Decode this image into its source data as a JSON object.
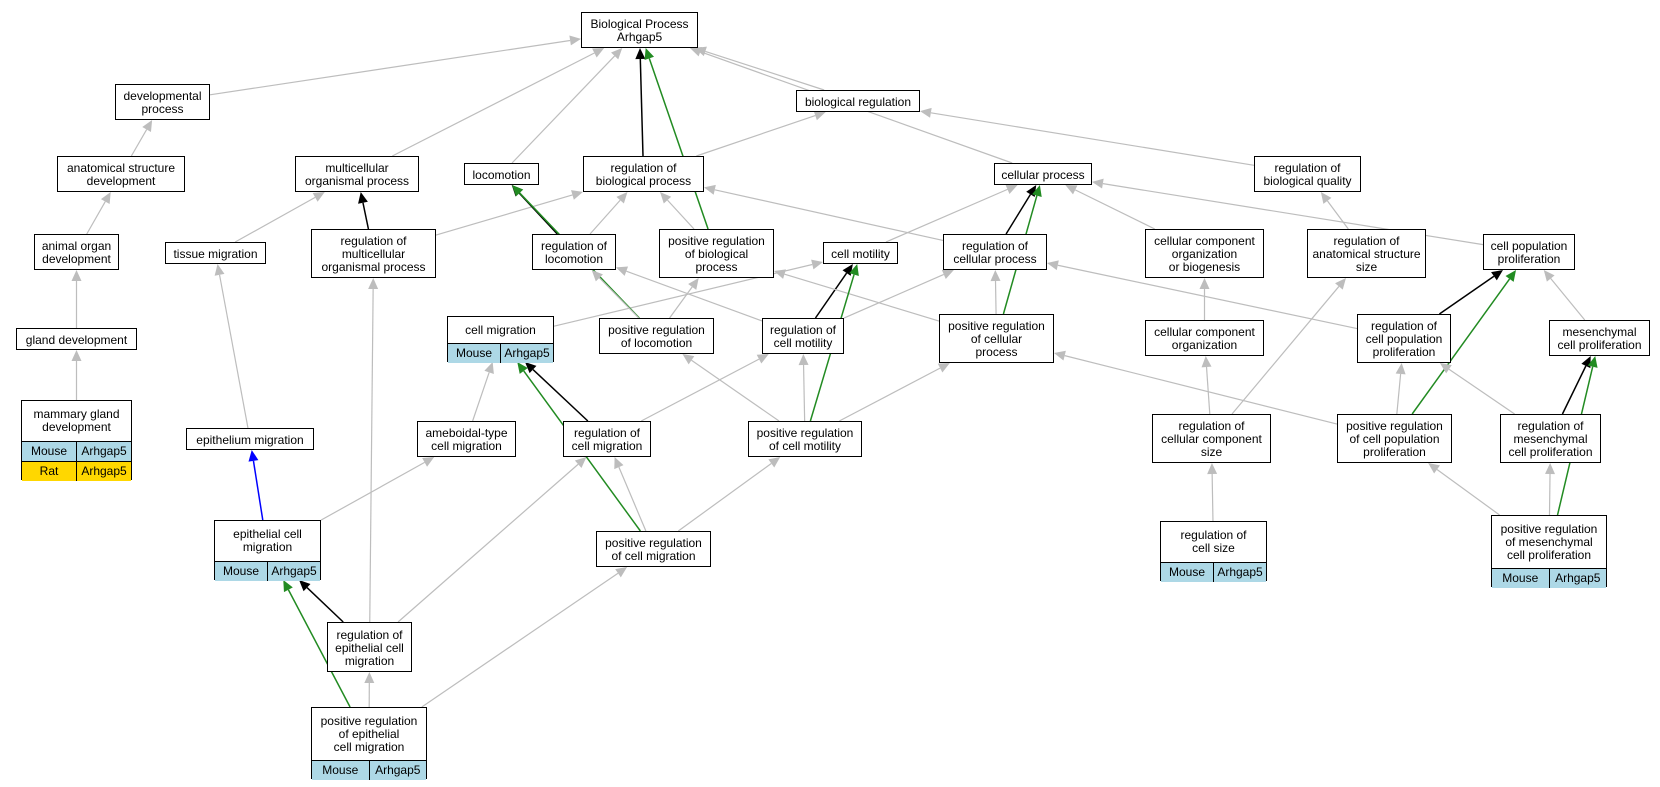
{
  "colors": {
    "gray": "#bdbdbd",
    "black": "#000000",
    "green": "#228b22",
    "blue": "#0000ff",
    "mouse_bg": "#add8e6",
    "rat_bg": "#ffd700"
  },
  "nodes": {
    "root": {
      "lines": [
        "Biological Process",
        "Arhgap5"
      ]
    },
    "devproc": {
      "lines": [
        "developmental",
        "process"
      ]
    },
    "anatdev": {
      "lines": [
        "anatomical structure",
        "development"
      ]
    },
    "organdev": {
      "lines": [
        "animal organ",
        "development"
      ]
    },
    "glanddev": {
      "lines": [
        "gland development"
      ]
    },
    "mammary": {
      "lines": [
        "mammary gland",
        "development"
      ],
      "rows": [
        {
          "species": "Mouse",
          "gene": "Arhgap5"
        },
        {
          "species": "Rat",
          "gene": "Arhgap5"
        }
      ]
    },
    "multicell": {
      "lines": [
        "multicellular",
        "organismal process"
      ]
    },
    "tissuemig": {
      "lines": [
        "tissue migration"
      ]
    },
    "regmulti": {
      "lines": [
        "regulation of",
        "multicellular",
        "organismal process"
      ]
    },
    "epimig": {
      "lines": [
        "epithelium migration"
      ]
    },
    "epicellmig": {
      "lines": [
        "epithelial cell",
        "migration"
      ],
      "rows": [
        {
          "species": "Mouse",
          "gene": "Arhgap5"
        }
      ]
    },
    "regepicell": {
      "lines": [
        "regulation of",
        "epithelial cell",
        "migration"
      ]
    },
    "posregepi": {
      "lines": [
        "positive regulation",
        "of epithelial",
        "cell migration"
      ],
      "rows": [
        {
          "species": "Mouse",
          "gene": "Arhgap5"
        }
      ]
    },
    "locomotion": {
      "lines": [
        "locomotion"
      ]
    },
    "regbio": {
      "lines": [
        "regulation of",
        "biological process"
      ]
    },
    "regloco": {
      "lines": [
        "regulation of",
        "locomotion"
      ]
    },
    "posregbio": {
      "lines": [
        "positive regulation",
        "of biological",
        "process"
      ]
    },
    "cellmig": {
      "lines": [
        "cell migration"
      ],
      "rows": [
        {
          "species": "Mouse",
          "gene": "Arhgap5"
        }
      ]
    },
    "posregloco": {
      "lines": [
        "positive regulation",
        "of locomotion"
      ]
    },
    "amoeboid": {
      "lines": [
        "ameboidal-type",
        "cell migration"
      ]
    },
    "regcellmig": {
      "lines": [
        "regulation of",
        "cell migration"
      ]
    },
    "posregcellmig": {
      "lines": [
        "positive regulation",
        "of cell migration"
      ]
    },
    "bioreg": {
      "lines": [
        "biological regulation"
      ]
    },
    "cellproc": {
      "lines": [
        "cellular process"
      ]
    },
    "cellmot": {
      "lines": [
        "cell motility"
      ]
    },
    "regcellproc": {
      "lines": [
        "regulation of",
        "cellular process"
      ]
    },
    "regcellmot": {
      "lines": [
        "regulation of",
        "cell motility"
      ]
    },
    "posregcellproc": {
      "lines": [
        "positive regulation",
        "of cellular",
        "process"
      ]
    },
    "posregcellmot": {
      "lines": [
        "positive regulation",
        "of cell motility"
      ]
    },
    "ccob": {
      "lines": [
        "cellular component",
        "organization",
        "or biogenesis"
      ]
    },
    "cco": {
      "lines": [
        "cellular component",
        "organization"
      ]
    },
    "regccsize": {
      "lines": [
        "regulation of",
        "cellular component",
        "size"
      ]
    },
    "regcellsize": {
      "lines": [
        "regulation of",
        "cell size"
      ],
      "rows": [
        {
          "species": "Mouse",
          "gene": "Arhgap5"
        }
      ]
    },
    "regbioqual": {
      "lines": [
        "regulation of",
        "biological quality"
      ]
    },
    "reganatsize": {
      "lines": [
        "regulation of",
        "anatomical structure",
        "size"
      ]
    },
    "cellpopprolif": {
      "lines": [
        "cell population",
        "proliferation"
      ]
    },
    "regcellpop": {
      "lines": [
        "regulation of",
        "cell population",
        "proliferation"
      ]
    },
    "posregcellpop": {
      "lines": [
        "positive regulation",
        "of cell population",
        "proliferation"
      ]
    },
    "mesprolif": {
      "lines": [
        "mesenchymal",
        "cell proliferation"
      ]
    },
    "regmes": {
      "lines": [
        "regulation of",
        "mesenchymal",
        "cell proliferation"
      ]
    },
    "posregmes": {
      "lines": [
        "positive regulation",
        "of mesenchymal",
        "cell proliferation"
      ],
      "rows": [
        {
          "species": "Mouse",
          "gene": "Arhgap5"
        }
      ]
    }
  },
  "edges": [
    {
      "from": "devproc",
      "to": "root",
      "color": "gray"
    },
    {
      "from": "anatdev",
      "to": "devproc",
      "color": "gray"
    },
    {
      "from": "organdev",
      "to": "anatdev",
      "color": "gray"
    },
    {
      "from": "glanddev",
      "to": "organdev",
      "color": "gray"
    },
    {
      "from": "mammary",
      "to": "glanddev",
      "color": "gray"
    },
    {
      "from": "multicell",
      "to": "root",
      "color": "gray"
    },
    {
      "from": "tissuemig",
      "to": "multicell",
      "color": "gray"
    },
    {
      "from": "regmulti",
      "to": "multicell",
      "color": "black"
    },
    {
      "from": "regmulti",
      "to": "regbio",
      "color": "gray"
    },
    {
      "from": "epimig",
      "to": "tissuemig",
      "color": "gray"
    },
    {
      "from": "epicellmig",
      "to": "epimig",
      "color": "blue"
    },
    {
      "from": "epicellmig",
      "to": "amoeboid",
      "color": "gray"
    },
    {
      "from": "regepicell",
      "to": "epicellmig",
      "color": "black"
    },
    {
      "from": "regepicell",
      "to": "regmulti",
      "color": "gray"
    },
    {
      "from": "regepicell",
      "to": "regcellmig",
      "color": "gray"
    },
    {
      "from": "posregepi",
      "to": "regepicell",
      "color": "gray"
    },
    {
      "from": "posregepi",
      "to": "epicellmig",
      "color": "green"
    },
    {
      "from": "posregepi",
      "to": "posregcellmig",
      "color": "gray"
    },
    {
      "from": "locomotion",
      "to": "root",
      "color": "gray"
    },
    {
      "from": "regbio",
      "to": "root",
      "color": "black"
    },
    {
      "from": "regbio",
      "to": "bioreg",
      "color": "gray"
    },
    {
      "from": "regloco",
      "to": "locomotion",
      "color": "black"
    },
    {
      "from": "regloco",
      "to": "regbio",
      "color": "gray"
    },
    {
      "from": "posregbio",
      "to": "root",
      "color": "green"
    },
    {
      "from": "posregbio",
      "to": "regbio",
      "color": "gray"
    },
    {
      "from": "cellmig",
      "to": "cellmot",
      "color": "gray"
    },
    {
      "from": "posregloco",
      "to": "locomotion",
      "color": "green"
    },
    {
      "from": "posregloco",
      "to": "regloco",
      "color": "gray"
    },
    {
      "from": "posregloco",
      "to": "posregbio",
      "color": "gray"
    },
    {
      "from": "amoeboid",
      "to": "cellmig",
      "color": "gray"
    },
    {
      "from": "regcellmig",
      "to": "cellmig",
      "color": "black"
    },
    {
      "from": "regcellmig",
      "to": "regcellmot",
      "color": "gray"
    },
    {
      "from": "posregcellmig",
      "to": "regcellmig",
      "color": "gray"
    },
    {
      "from": "posregcellmig",
      "to": "cellmig",
      "color": "green"
    },
    {
      "from": "posregcellmig",
      "to": "posregcellmot",
      "color": "gray"
    },
    {
      "from": "bioreg",
      "to": "root",
      "color": "gray"
    },
    {
      "from": "cellproc",
      "to": "root",
      "color": "gray"
    },
    {
      "from": "cellmot",
      "to": "cellproc",
      "color": "gray"
    },
    {
      "from": "regcellproc",
      "to": "cellproc",
      "color": "black"
    },
    {
      "from": "regcellproc",
      "to": "regbio",
      "color": "gray"
    },
    {
      "from": "regcellmot",
      "to": "cellmot",
      "color": "black"
    },
    {
      "from": "regcellmot",
      "to": "regloco",
      "color": "gray"
    },
    {
      "from": "regcellmot",
      "to": "regcellproc",
      "color": "gray"
    },
    {
      "from": "posregcellproc",
      "to": "cellproc",
      "color": "green"
    },
    {
      "from": "posregcellproc",
      "to": "regcellproc",
      "color": "gray"
    },
    {
      "from": "posregcellproc",
      "to": "posregbio",
      "color": "gray"
    },
    {
      "from": "posregcellmot",
      "to": "cellmot",
      "color": "green"
    },
    {
      "from": "posregcellmot",
      "to": "regcellmot",
      "color": "gray"
    },
    {
      "from": "posregcellmot",
      "to": "posregloco",
      "color": "gray"
    },
    {
      "from": "posregcellmot",
      "to": "posregcellproc",
      "color": "gray"
    },
    {
      "from": "ccob",
      "to": "cellproc",
      "color": "gray"
    },
    {
      "from": "cco",
      "to": "ccob",
      "color": "gray"
    },
    {
      "from": "regccsize",
      "to": "cco",
      "color": "gray"
    },
    {
      "from": "regccsize",
      "to": "reganatsize",
      "color": "gray"
    },
    {
      "from": "regcellsize",
      "to": "regccsize",
      "color": "gray"
    },
    {
      "from": "regbioqual",
      "to": "bioreg",
      "color": "gray"
    },
    {
      "from": "reganatsize",
      "to": "regbioqual",
      "color": "gray"
    },
    {
      "from": "cellpopprolif",
      "to": "cellproc",
      "color": "gray"
    },
    {
      "from": "regcellpop",
      "to": "cellpopprolif",
      "color": "black"
    },
    {
      "from": "regcellpop",
      "to": "regcellproc",
      "color": "gray"
    },
    {
      "from": "posregcellpop",
      "to": "regcellpop",
      "color": "gray"
    },
    {
      "from": "posregcellpop",
      "to": "cellpopprolif",
      "color": "green"
    },
    {
      "from": "posregcellpop",
      "to": "posregcellproc",
      "color": "gray"
    },
    {
      "from": "mesprolif",
      "to": "cellpopprolif",
      "color": "gray"
    },
    {
      "from": "regmes",
      "to": "mesprolif",
      "color": "black"
    },
    {
      "from": "regmes",
      "to": "regcellpop",
      "color": "gray"
    },
    {
      "from": "posregmes",
      "to": "regmes",
      "color": "gray"
    },
    {
      "from": "posregmes",
      "to": "mesprolif",
      "color": "green"
    },
    {
      "from": "posregmes",
      "to": "posregcellpop",
      "color": "gray"
    }
  ]
}
